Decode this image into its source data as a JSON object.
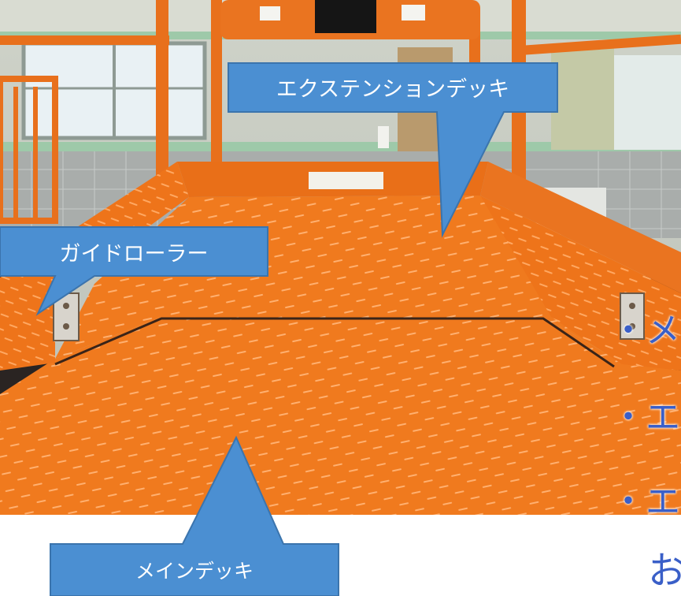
{
  "callouts": {
    "extension_deck": "エクステンションデッキ",
    "guide_roller": "ガイドローラー",
    "main_deck": "メインデッキ"
  },
  "side_text": {
    "line1": "・メ",
    "line2": "・エ",
    "line3": "・エ",
    "line4": "お"
  },
  "colors": {
    "deck_orange": "#f07a1e",
    "callout_blue": "#4b8fd2",
    "text_blue": "#3a5fc8"
  }
}
